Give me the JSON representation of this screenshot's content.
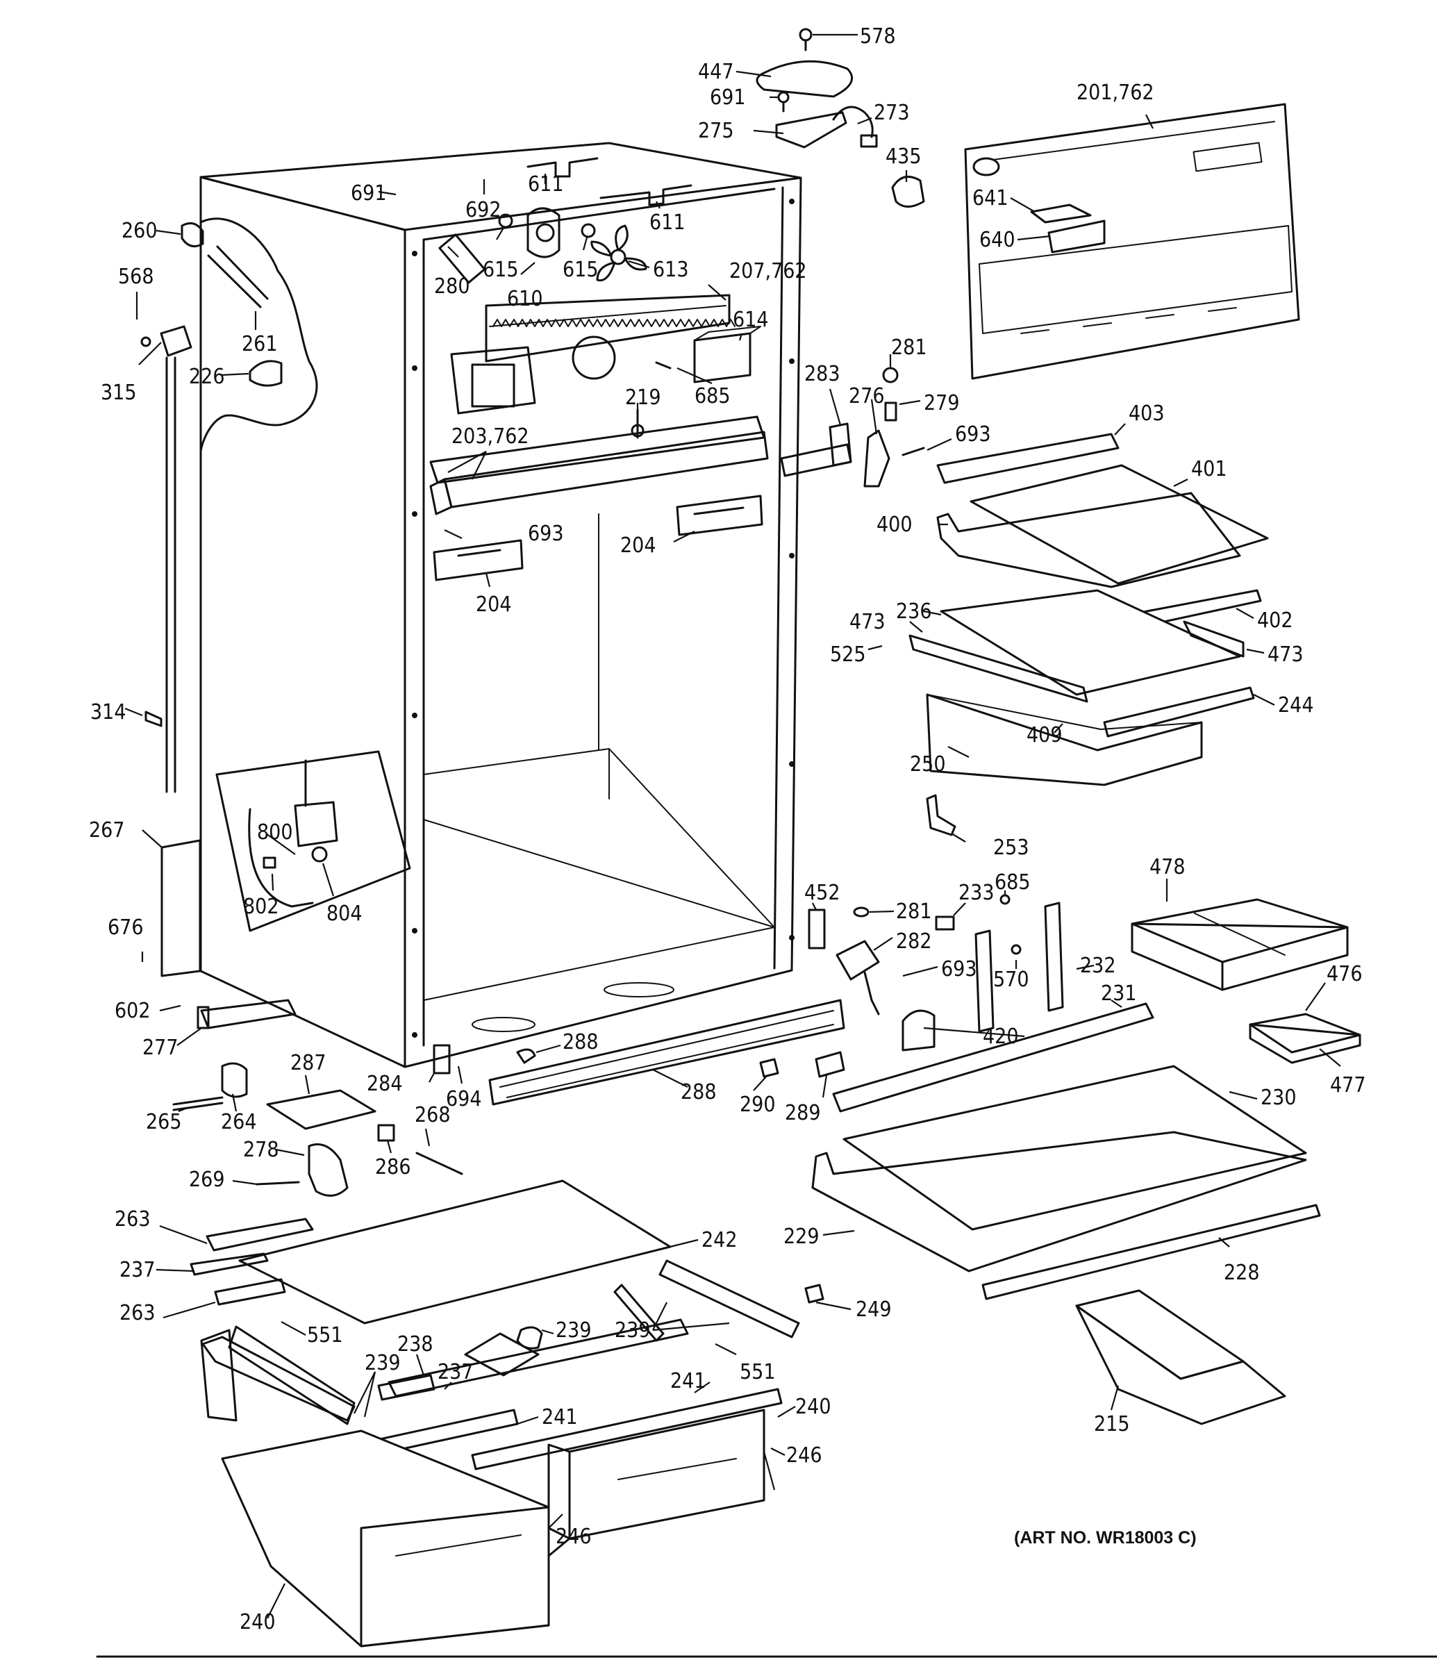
{
  "art_number": "(ART NO. WR18003 C)",
  "labels": {
    "l578": "578",
    "l447": "447",
    "l691a": "691",
    "l273": "273",
    "l275": "275",
    "l201": "201,762",
    "l435": "435",
    "l691b": "691",
    "l692": "692",
    "l611a": "611",
    "l611b": "611",
    "l260": "260",
    "l568": "568",
    "l280": "280",
    "l615a": "615",
    "l615b": "615",
    "l610": "610",
    "l613": "613",
    "l207": "207,762",
    "l641": "641",
    "l640": "640",
    "l261": "261",
    "l315": "315",
    "l226": "226",
    "l614": "614",
    "l685a": "685",
    "l281a": "281",
    "l219": "219",
    "l283": "283",
    "l276": "276",
    "l279": "279",
    "l203": "203,762",
    "l693a": "693",
    "l403": "403",
    "l401": "401",
    "l400": "400",
    "l693b": "693",
    "l204a": "204",
    "l204b": "204",
    "l473a": "473",
    "l236": "236",
    "l402": "402",
    "l525": "525",
    "l473b": "473",
    "l244": "244",
    "l409": "409",
    "l314": "314",
    "l250": "250",
    "l800": "800",
    "l253": "253",
    "l267": "267",
    "l802": "802",
    "l804": "804",
    "l478": "478",
    "l452": "452",
    "l233": "233",
    "l685b": "685",
    "l281b": "281",
    "l676": "676",
    "l282": "282",
    "l693c": "693",
    "l232": "232",
    "l570": "570",
    "l476": "476",
    "l231": "231",
    "l602": "602",
    "l420": "420",
    "l277": "277",
    "l288a": "288",
    "l287": "287",
    "l477": "477",
    "l284": "284",
    "l694": "694",
    "l288b": "288",
    "l290": "290",
    "l289": "289",
    "l230": "230",
    "l265": "265",
    "l264": "264",
    "l268": "268",
    "l278": "278",
    "l286": "286",
    "l269": "269",
    "l229": "229",
    "l263a": "263",
    "l242": "242",
    "l228": "228",
    "l237a": "237",
    "l249": "249",
    "l263b": "263",
    "l551a": "551",
    "l239a": "239",
    "l239b": "239",
    "l238": "238",
    "l237b": "237",
    "l239c": "239",
    "l551b": "551",
    "l241a": "241",
    "l215": "215",
    "l241b": "241",
    "l240a": "240",
    "l246a": "246",
    "l246b": "246",
    "l240b": "240"
  }
}
